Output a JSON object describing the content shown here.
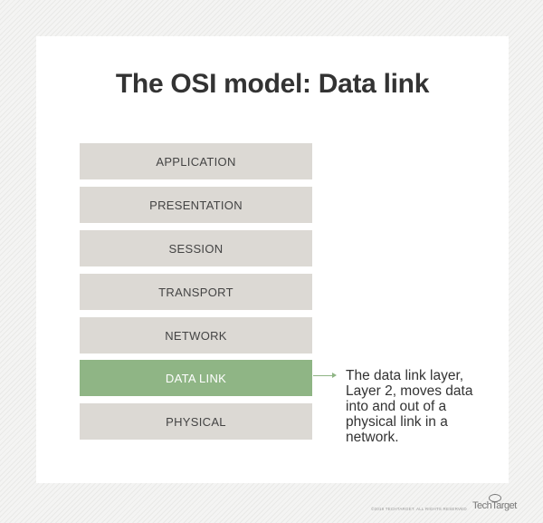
{
  "title": "The OSI model: Data link",
  "layers": [
    "APPLICATION",
    "PRESENTATION",
    "SESSION",
    "TRANSPORT",
    "NETWORK",
    "DATA LINK",
    "PHYSICAL"
  ],
  "highlighted_layer": "DATA LINK",
  "colors": {
    "layer": "#dcd9d4",
    "highlight": "#8fb585"
  },
  "description": "The data link layer, Layer 2, moves data into and out of a physical link in a network.",
  "footer": {
    "copyright": "©2018 TECHTARGET. ALL RIGHTS RESERVED",
    "logo": "TechTarget"
  }
}
